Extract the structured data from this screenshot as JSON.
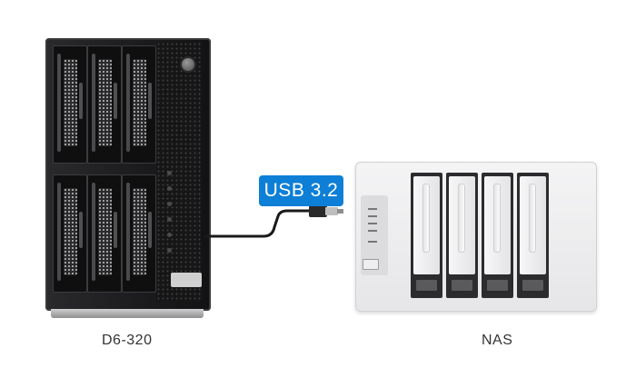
{
  "connection": {
    "label": "USB 3.2"
  },
  "devices": {
    "left": {
      "name": "D6-320"
    },
    "right": {
      "name": "NAS"
    }
  },
  "colors": {
    "accent": "#0d7fd6",
    "tower": "#1b1b1d",
    "nas_body": "#eeeeef",
    "label_text": "#333333"
  },
  "icons": {
    "power": "power-button-icon",
    "usb_plug": "usb-connector-icon"
  }
}
